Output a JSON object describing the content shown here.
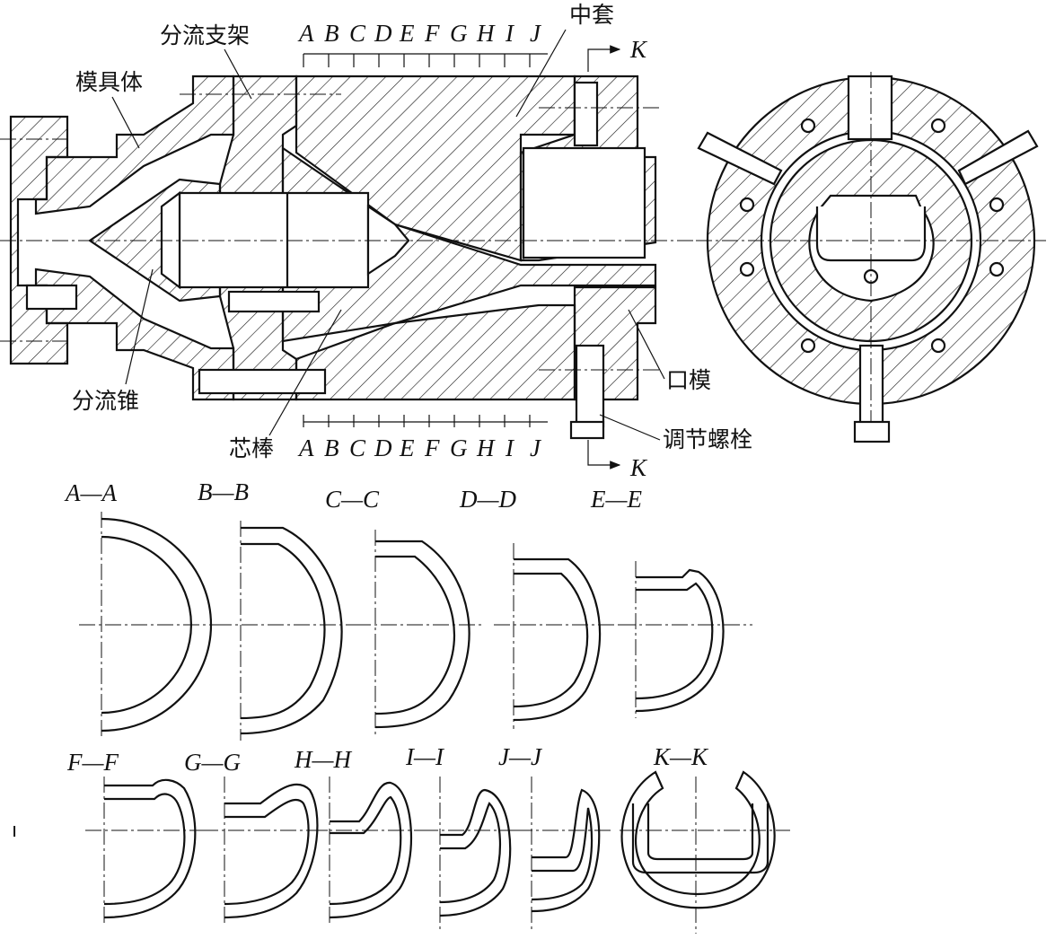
{
  "labels": {
    "splitter_bracket": "分流支架",
    "die_body": "模具体",
    "mid_sleeve": "中套",
    "splitter_cone": "分流锥",
    "mandrel": "芯棒",
    "die_lip": "口模",
    "adjust_bolt": "调节螺栓"
  },
  "section_letters": [
    "A",
    "B",
    "C",
    "D",
    "E",
    "F",
    "G",
    "H",
    "I",
    "J"
  ],
  "section_view_letter": "K",
  "sections_row1": [
    "A—A",
    "B—B",
    "C—C",
    "D—D",
    "E—E"
  ],
  "sections_row2": [
    "F—F",
    "G—G",
    "H—H",
    "I—I",
    "J—J",
    "K—K"
  ],
  "stray_mark": "ı"
}
